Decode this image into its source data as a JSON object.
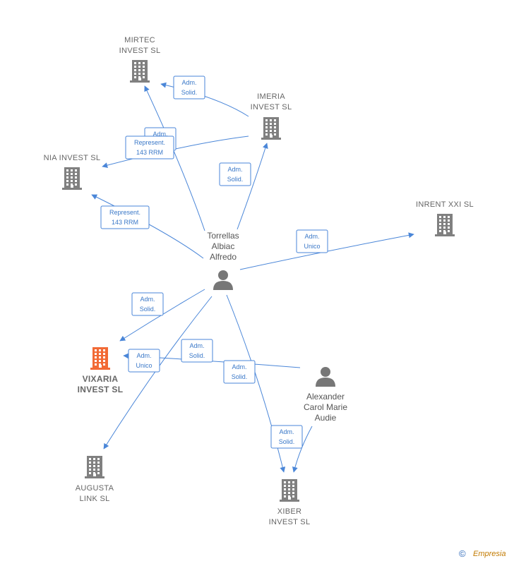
{
  "companies": [
    {
      "id": "mirtec",
      "lines": [
        "MIRTEC",
        "INVEST  SL"
      ],
      "color": "#808080",
      "main": false
    },
    {
      "id": "imeria",
      "lines": [
        "IMERIA",
        "INVEST  SL"
      ],
      "color": "#808080",
      "main": false
    },
    {
      "id": "nia",
      "lines": [
        "NIA INVEST  SL"
      ],
      "color": "#808080",
      "main": false
    },
    {
      "id": "inrent",
      "lines": [
        "INRENT XXI  SL"
      ],
      "color": "#808080",
      "main": false
    },
    {
      "id": "vixaria",
      "lines": [
        "VIXARIA",
        "INVEST  SL"
      ],
      "color": "#f26a35",
      "main": true
    },
    {
      "id": "augusta",
      "lines": [
        "AUGUSTA",
        "LINK  SL"
      ],
      "color": "#808080",
      "main": false
    },
    {
      "id": "xiber",
      "lines": [
        "XIBER",
        "INVEST  SL"
      ],
      "color": "#808080",
      "main": false
    }
  ],
  "persons": [
    {
      "id": "torrellas",
      "lines": [
        "Torrellas",
        "Albiac",
        "Alfredo"
      ],
      "color": "#777777"
    },
    {
      "id": "alexander",
      "lines": [
        "Alexander",
        "Carol Marie",
        "Audie"
      ],
      "color": "#777777"
    }
  ],
  "edges": [
    {
      "id": "t-mirtec",
      "from": "torrellas",
      "to": "mirtec",
      "lines": [
        "Adm.",
        "Solid."
      ]
    },
    {
      "id": "imeria-mirtec",
      "from": "imeria",
      "to": "mirtec",
      "lines": [
        "Adm.",
        "Solid."
      ]
    },
    {
      "id": "imeria-nia",
      "from": "imeria",
      "to": "nia",
      "lines": [
        "Represent.",
        "143 RRM"
      ]
    },
    {
      "id": "t-imeria",
      "from": "torrellas",
      "to": "imeria",
      "lines": [
        "Adm.",
        "Solid."
      ]
    },
    {
      "id": "t-nia",
      "from": "torrellas",
      "to": "nia",
      "lines": [
        "Represent.",
        "143 RRM"
      ]
    },
    {
      "id": "t-inrent",
      "from": "torrellas",
      "to": "inrent",
      "lines": [
        "Adm.",
        "Unico"
      ]
    },
    {
      "id": "t-vixaria",
      "from": "torrellas",
      "to": "vixaria",
      "lines": [
        "Adm.",
        "Solid."
      ]
    },
    {
      "id": "a-vixaria",
      "from": "alexander",
      "to": "vixaria",
      "lines": [
        "Adm.",
        "Solid."
      ]
    },
    {
      "id": "t-augusta",
      "from": "torrellas",
      "to": "augusta",
      "lines": [
        "Adm.",
        "Unico"
      ]
    },
    {
      "id": "t-xiber",
      "from": "torrellas",
      "to": "xiber",
      "lines": [
        "Adm.",
        "Solid."
      ]
    },
    {
      "id": "a-xiber",
      "from": "alexander",
      "to": "xiber",
      "lines": [
        "Adm.",
        "Solid."
      ]
    }
  ],
  "footer": {
    "copyright": "©",
    "brand": "Empresia"
  }
}
